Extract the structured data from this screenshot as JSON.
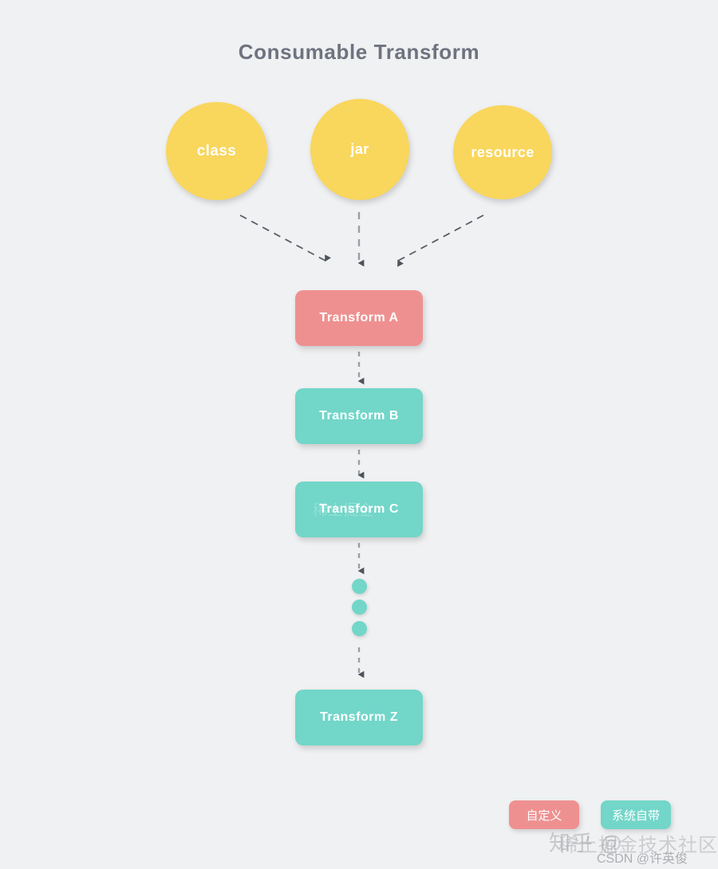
{
  "diagram": {
    "title": "Consumable Transform",
    "background_color": "#f0f1f2",
    "title_color": "#6f7380",
    "colors": {
      "yellow": "#f9d65c",
      "pink": "#ef9090",
      "teal": "#72d6c9",
      "arrow": "#5a5e66"
    }
  },
  "inputs": [
    {
      "label": "class",
      "shape": "circle",
      "color": "#f9d65c"
    },
    {
      "label": "jar",
      "shape": "circle",
      "color": "#f9d65c"
    },
    {
      "label": "resource",
      "shape": "circle",
      "color": "#f9d65c"
    }
  ],
  "pipeline": [
    {
      "label": "Transform A",
      "shape": "rounded-rect",
      "color": "#ef9090",
      "kind": "custom"
    },
    {
      "label": "Transform B",
      "shape": "rounded-rect",
      "color": "#72d6c9",
      "kind": "system"
    },
    {
      "label": "Transform C",
      "shape": "rounded-rect",
      "color": "#72d6c9",
      "kind": "system"
    },
    {
      "label": "Transform Z",
      "shape": "rounded-rect",
      "color": "#72d6c9",
      "kind": "system"
    }
  ],
  "ellipsis": {
    "dot_count": 3,
    "color": "#72d6c9"
  },
  "legend": [
    {
      "label": "自定义",
      "color": "#ef9090"
    },
    {
      "label": "系统自带",
      "color": "#72d6c9"
    }
  ],
  "watermarks": {
    "zhihu": "知乎 @",
    "juejin": "稀土掘金技术社区",
    "csdn": "CSDN @许英俊",
    "faint_overlay": "稀土掘金"
  }
}
